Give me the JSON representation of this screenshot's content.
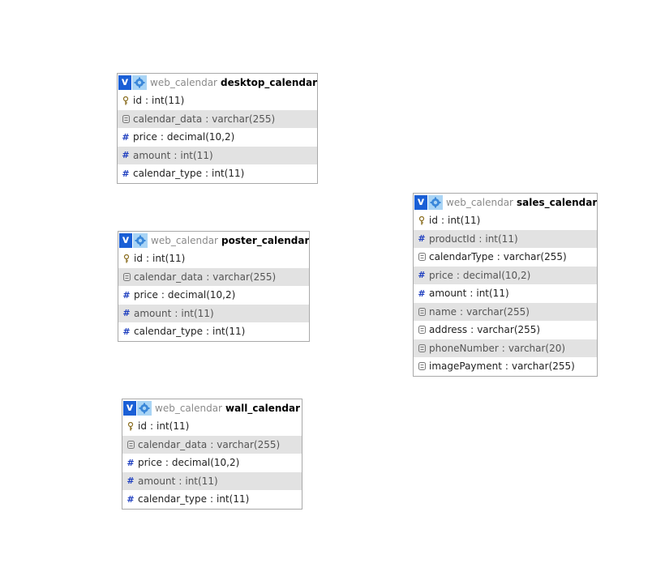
{
  "tables": [
    {
      "db": "web_calendar",
      "name": "desktop_calendar",
      "columns": [
        {
          "name": "id",
          "type": "int(11)",
          "icon": "key-icon"
        },
        {
          "name": "calendar_data",
          "type": "varchar(255)",
          "icon": "text-field-icon"
        },
        {
          "name": "price",
          "type": "decimal(10,2)",
          "icon": "numeric-field-icon"
        },
        {
          "name": "amount",
          "type": "int(11)",
          "icon": "numeric-field-icon"
        },
        {
          "name": "calendar_type",
          "type": "int(11)",
          "icon": "numeric-field-icon"
        }
      ]
    },
    {
      "db": "web_calendar",
      "name": "poster_calendar",
      "columns": [
        {
          "name": "id",
          "type": "int(11)",
          "icon": "key-icon"
        },
        {
          "name": "calendar_data",
          "type": "varchar(255)",
          "icon": "text-field-icon"
        },
        {
          "name": "price",
          "type": "decimal(10,2)",
          "icon": "numeric-field-icon"
        },
        {
          "name": "amount",
          "type": "int(11)",
          "icon": "numeric-field-icon"
        },
        {
          "name": "calendar_type",
          "type": "int(11)",
          "icon": "numeric-field-icon"
        }
      ]
    },
    {
      "db": "web_calendar",
      "name": "wall_calendar",
      "columns": [
        {
          "name": "id",
          "type": "int(11)",
          "icon": "key-icon"
        },
        {
          "name": "calendar_data",
          "type": "varchar(255)",
          "icon": "text-field-icon"
        },
        {
          "name": "price",
          "type": "decimal(10,2)",
          "icon": "numeric-field-icon"
        },
        {
          "name": "amount",
          "type": "int(11)",
          "icon": "numeric-field-icon"
        },
        {
          "name": "calendar_type",
          "type": "int(11)",
          "icon": "numeric-field-icon"
        }
      ]
    },
    {
      "db": "web_calendar",
      "name": "sales_calendar",
      "columns": [
        {
          "name": "id",
          "type": "int(11)",
          "icon": "key-icon"
        },
        {
          "name": "productId",
          "type": "int(11)",
          "icon": "numeric-field-icon"
        },
        {
          "name": "calendarType",
          "type": "varchar(255)",
          "icon": "text-field-icon"
        },
        {
          "name": "price",
          "type": "decimal(10,2)",
          "icon": "numeric-field-icon"
        },
        {
          "name": "amount",
          "type": "int(11)",
          "icon": "numeric-field-icon"
        },
        {
          "name": "name",
          "type": "varchar(255)",
          "icon": "text-field-icon"
        },
        {
          "name": "address",
          "type": "varchar(255)",
          "icon": "text-field-icon"
        },
        {
          "name": "phoneNumber",
          "type": "varchar(20)",
          "icon": "text-field-icon"
        },
        {
          "name": "imagePayment",
          "type": "varchar(255)",
          "icon": "text-field-icon"
        }
      ]
    }
  ],
  "ui": {
    "toggle_glyph": "v",
    "separator": ":"
  },
  "colors": {
    "toggle_bg": "#1a5fd6",
    "options_bg": "#a9d4f5",
    "row_alt_bg": "#e2e2e2",
    "numeric_icon": "#2040c0",
    "border": "#a9a9a9"
  }
}
